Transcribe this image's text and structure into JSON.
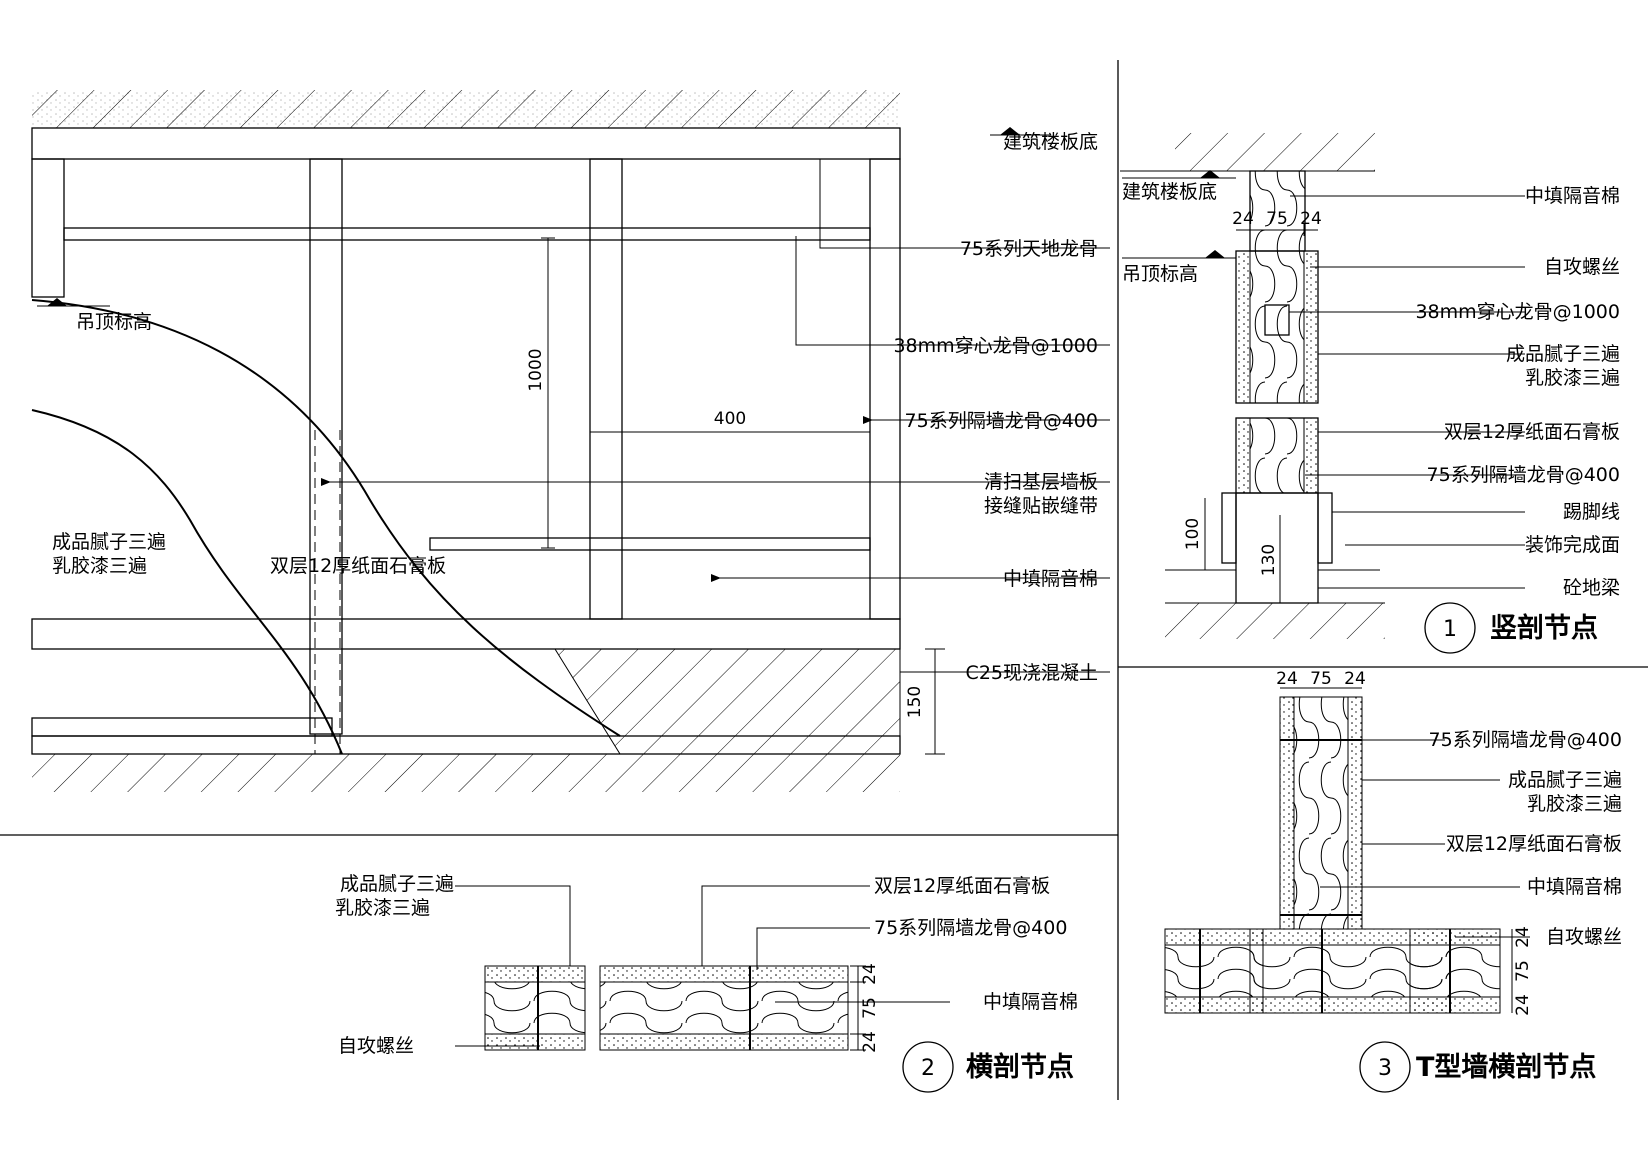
{
  "colors": {
    "line": "#000000",
    "background": "#ffffff"
  },
  "elevation": {
    "slab_bottom": "建筑楼板底",
    "ceiling_level": "吊顶标高",
    "finish_left_1": "成品腻子三遍",
    "finish_left_2": "乳胶漆三遍",
    "board_center": "双层12厚纸面石膏板",
    "dim_1000": "1000",
    "dim_400": "400",
    "dim_150": "150",
    "callouts": [
      "75系列天地龙骨",
      "38mm穿心龙骨@1000",
      "75系列隔墙龙骨@400",
      "清扫基层墙板",
      "接缝贴嵌缝带",
      "中填隔音棉",
      "C25现浇混凝土"
    ]
  },
  "node1": {
    "number": "1",
    "title": "竖剖节点",
    "slab_bottom": "建筑楼板底",
    "ceiling_level": "吊顶标高",
    "dims": {
      "a": "24",
      "b": "75",
      "c": "24",
      "d": "100",
      "e": "130"
    },
    "callouts": [
      "中填隔音棉",
      "自攻螺丝",
      "38mm穿心龙骨@1000",
      "成品腻子三遍",
      "乳胶漆三遍",
      "双层12厚纸面石膏板",
      "75系列隔墙龙骨@400",
      "踢脚线",
      "装饰完成面",
      "砼地梁"
    ]
  },
  "node2": {
    "number": "2",
    "title": "横剖节点",
    "callouts": [
      "成品腻子三遍",
      "乳胶漆三遍",
      "自攻螺丝",
      "双层12厚纸面石膏板",
      "75系列隔墙龙骨@400",
      "中填隔音棉"
    ],
    "dims": {
      "a": "24",
      "b": "75",
      "c": "24"
    }
  },
  "node3": {
    "number": "3",
    "title": "T型墙横剖节点",
    "dims": {
      "top_a": "24",
      "top_b": "75",
      "top_c": "24",
      "side_a": "24",
      "side_b": "75",
      "side_c": "24"
    },
    "callouts": [
      "75系列隔墙龙骨@400",
      "成品腻子三遍",
      "乳胶漆三遍",
      "双层12厚纸面石膏板",
      "中填隔音棉",
      "自攻螺丝"
    ]
  }
}
